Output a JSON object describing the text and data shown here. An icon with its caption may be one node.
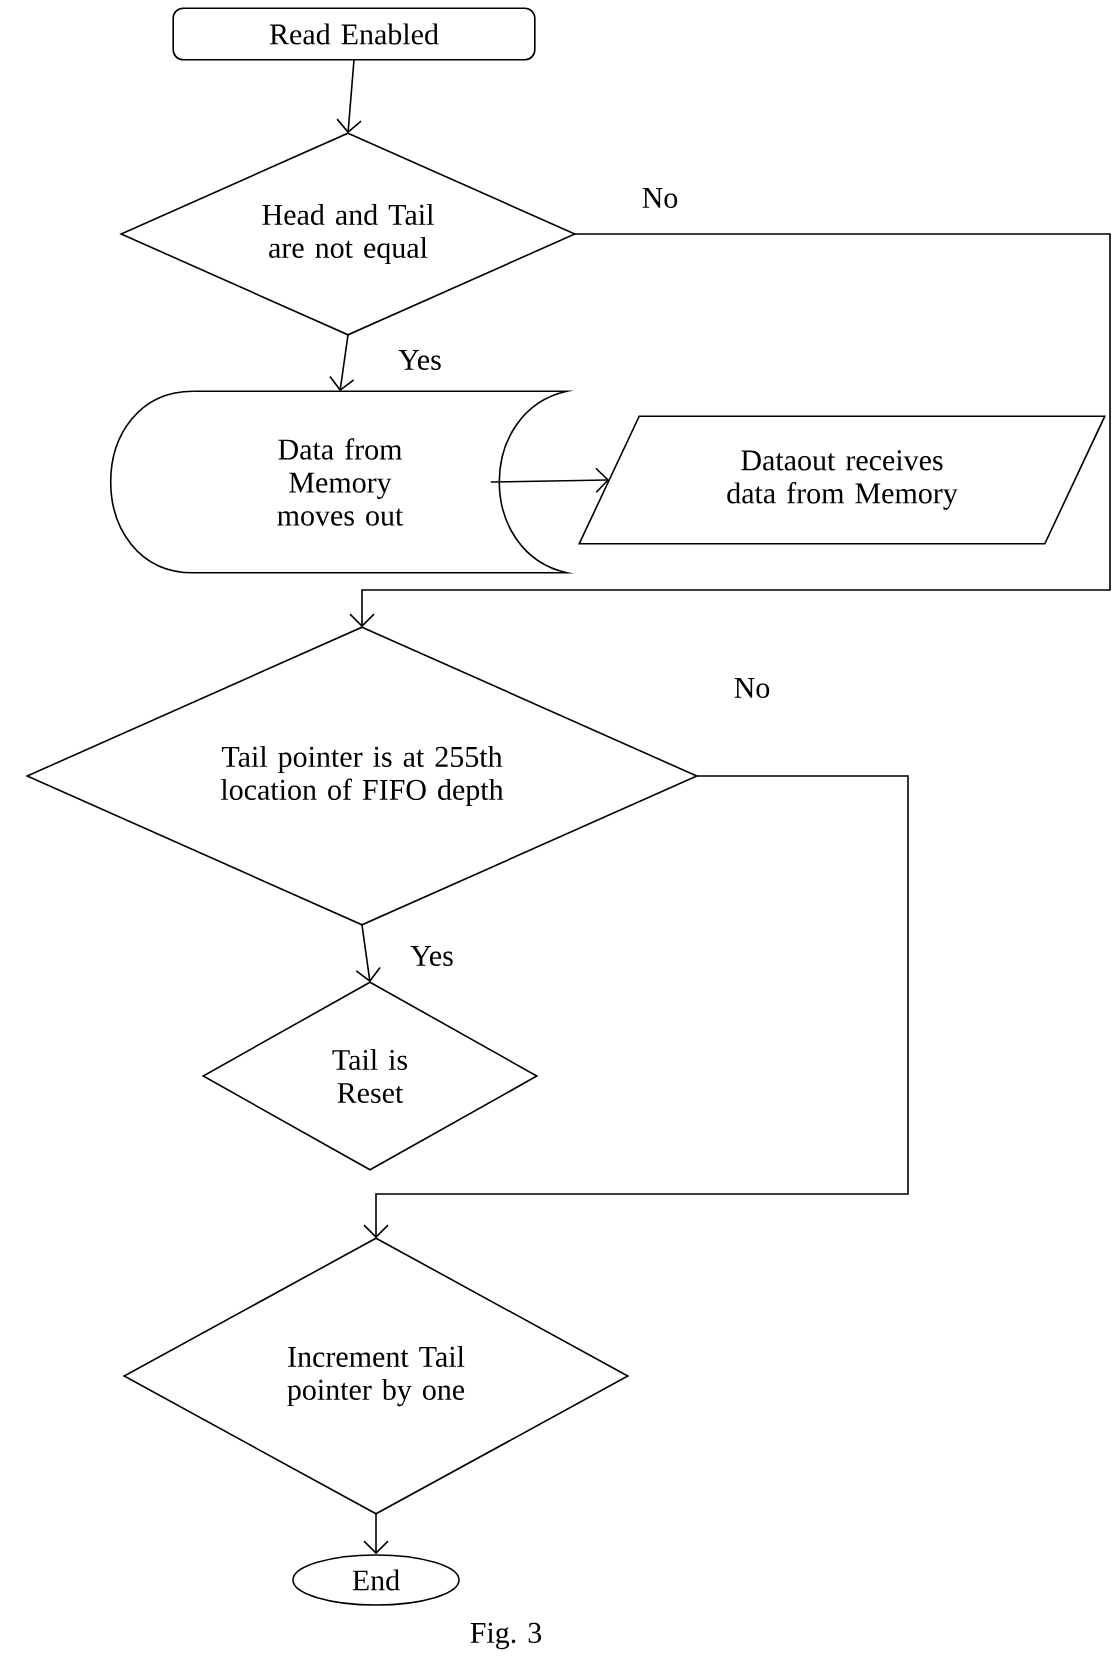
{
  "diagram": {
    "caption": "Fig. 3",
    "nodes": [
      {
        "text": [
          "Read Enabled"
        ]
      },
      {
        "text": [
          "Head and Tail are not equal"
        ]
      },
      {
        "text": [
          "Data from Memory moves out"
        ]
      },
      {
        "text": [
          "Dataout receives data from Memory"
        ]
      },
      {
        "text": [
          "Tail pointer is at 255th location of FIFO depth"
        ]
      },
      {
        "text": [
          "Tail is Reset"
        ]
      },
      {
        "text": [
          "Increment Tail pointer by one"
        ]
      },
      {
        "text": [
          "End"
        ]
      }
    ],
    "edges": [
      {
        "from": 0,
        "to": 1,
        "arrow": "to"
      },
      {
        "from": 1,
        "to": 2,
        "arrow": "to",
        "label": "Yes"
      },
      {
        "from": 2,
        "to": 3,
        "arrow": "to"
      },
      {
        "from": 1,
        "to": 4,
        "arrow": "to",
        "label": "No"
      },
      {
        "from": 4,
        "to": 5,
        "arrow": "to",
        "label": "Yes"
      },
      {
        "from": 4,
        "to": 6,
        "arrow": "to",
        "label": "No"
      },
      {
        "from": 6,
        "to": 7,
        "arrow": "to"
      }
    ]
  }
}
